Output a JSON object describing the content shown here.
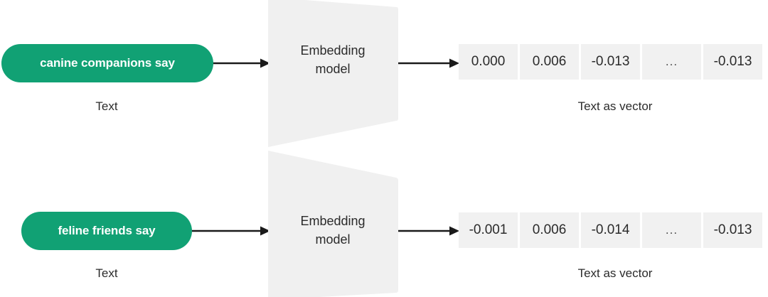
{
  "colors": {
    "pill_green": "#11a174",
    "cell_gray": "#f1f1f1",
    "shape_gray": "#f0f0f0",
    "text_dark": "#2b2b2b",
    "arrow_black": "#1a1a1a",
    "background": "#ffffff"
  },
  "rows": [
    {
      "input_text": "canine companions say",
      "input_caption": "Text",
      "model_label": "Embedding\nmodel",
      "vector_caption": "Text as vector",
      "vector_values": [
        "0.000",
        "0.006",
        "-0.013",
        "...",
        "-0.013"
      ]
    },
    {
      "input_text": "feline friends say",
      "input_caption": "Text",
      "model_label": "Embedding\nmodel",
      "vector_caption": "Text as vector",
      "vector_values": [
        "-0.001",
        "0.006",
        "-0.014",
        "...",
        "-0.013"
      ]
    }
  ]
}
